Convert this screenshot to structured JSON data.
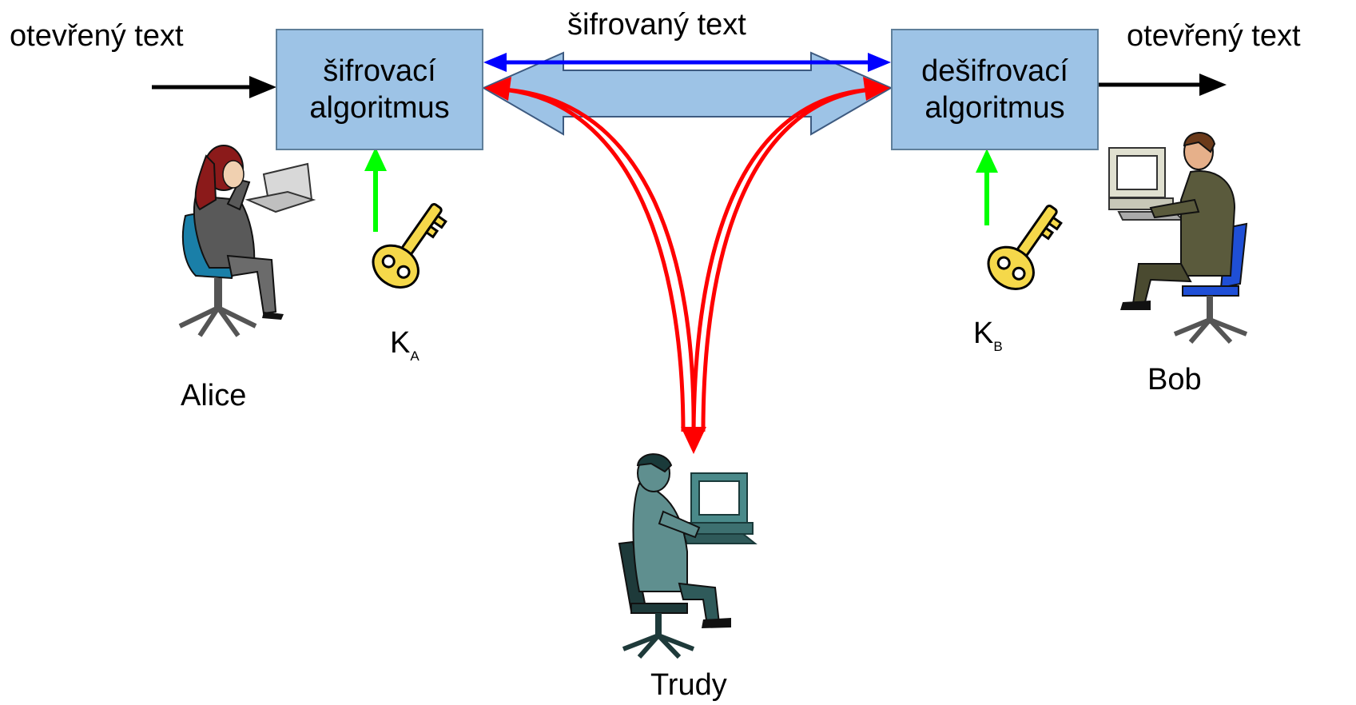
{
  "labels": {
    "plain_left": "otevřený text",
    "plain_right": "otevřený text",
    "cipher": "šifrovaný text"
  },
  "boxes": {
    "encrypt": {
      "line1": "šifrovací",
      "line2": "algoritmus"
    },
    "decrypt": {
      "line1": "dešifrovací",
      "line2": "algoritmus"
    }
  },
  "keys": {
    "alice": {
      "main": "K",
      "sub": "A"
    },
    "bob": {
      "main": "K",
      "sub": "B"
    }
  },
  "people": {
    "alice": "Alice",
    "bob": "Bob",
    "trudy": "Trudy"
  },
  "colors": {
    "box_fill": "#9dc3e6",
    "channel_fill": "#9dc3e6",
    "cipher_arrow": "#0000ff",
    "intercept_arrow": "#ff0000",
    "key_arrow": "#00ff00",
    "plain_arrow": "#000000",
    "key_color": "#f5d84a"
  }
}
